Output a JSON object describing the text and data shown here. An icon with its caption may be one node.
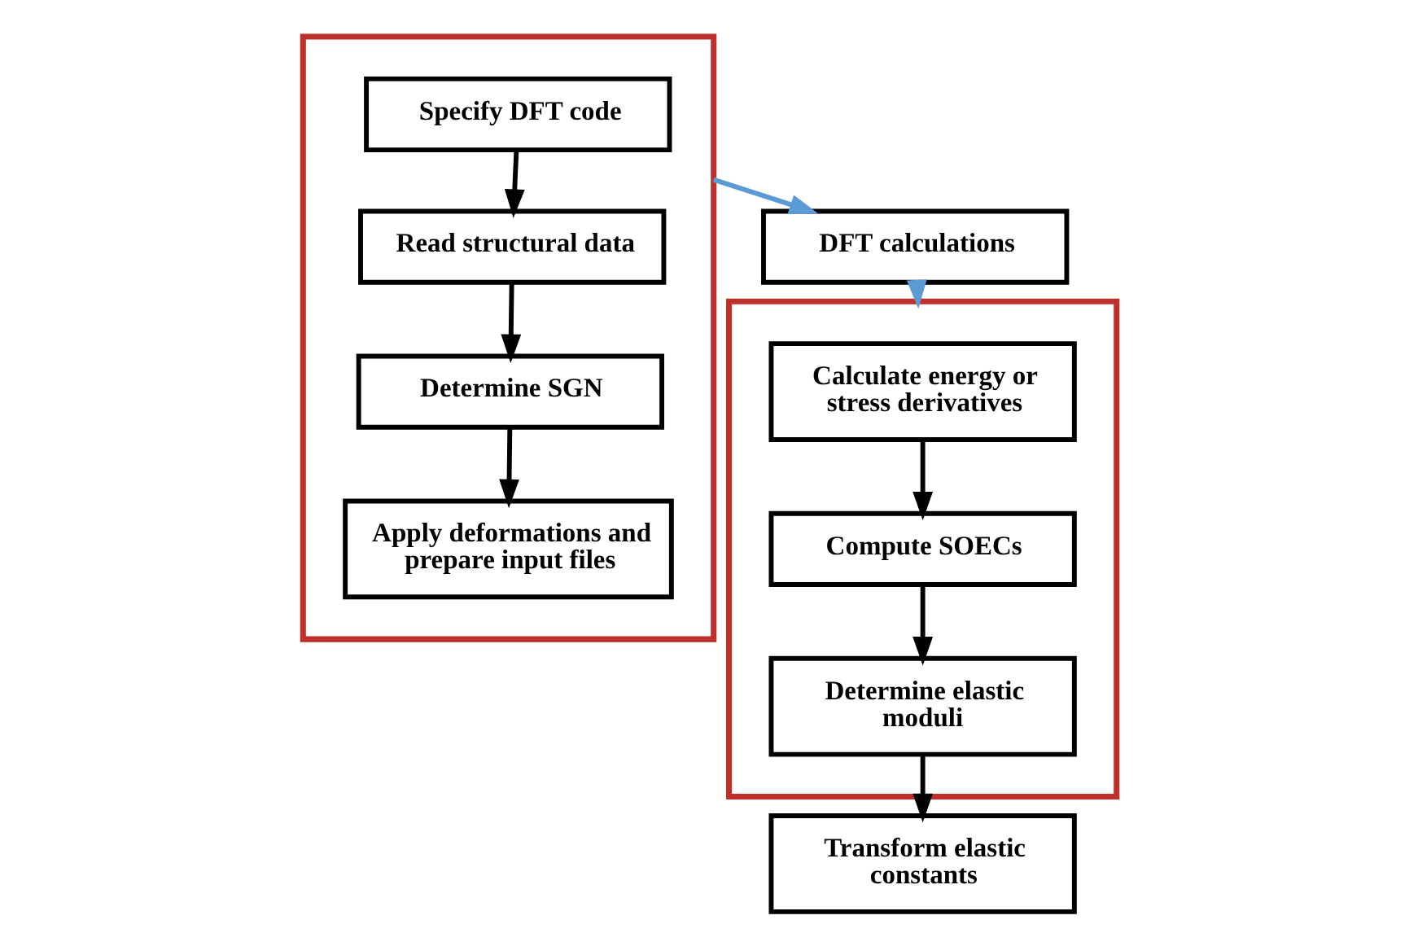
{
  "diagram": {
    "nodes": [
      {
        "text": [],
        "shape": "box"
      },
      {
        "text": [
          "Specify DFT code"
        ],
        "in": 0
      },
      {
        "text": [
          "Read structural data"
        ],
        "in": 0
      },
      {
        "text": [
          "Determine SGN"
        ],
        "in": 0
      },
      {
        "text": [
          "Apply deformations and prepare input files"
        ],
        "in": 0
      },
      {
        "text": [
          "DFT calculations"
        ]
      },
      {
        "text": [],
        "shape": "box"
      },
      {
        "text": [
          "Calculate energy or stress derivatives"
        ],
        "in": 6
      },
      {
        "text": [
          "Compute SOECs"
        ],
        "in": 6
      },
      {
        "text": [
          "Determine elastic moduli"
        ],
        "in": 6
      },
      {
        "text": [
          "Transform elastic constants"
        ]
      }
    ],
    "edges": [
      {
        "from": 1,
        "to": 2,
        "arrow": "to"
      },
      {
        "from": 2,
        "to": 3,
        "arrow": "to"
      },
      {
        "from": 3,
        "to": 4,
        "arrow": "to"
      },
      {
        "from": 0,
        "to": 5,
        "arrow": "to",
        "color": "#5b9bd5"
      },
      {
        "from": 5,
        "to": 6,
        "arrow": "to",
        "color": "#5b9bd5"
      },
      {
        "from": 7,
        "to": 8,
        "arrow": "to"
      },
      {
        "from": 8,
        "to": 9,
        "arrow": "to"
      },
      {
        "from": 9,
        "to": 10,
        "arrow": "to"
      }
    ]
  }
}
